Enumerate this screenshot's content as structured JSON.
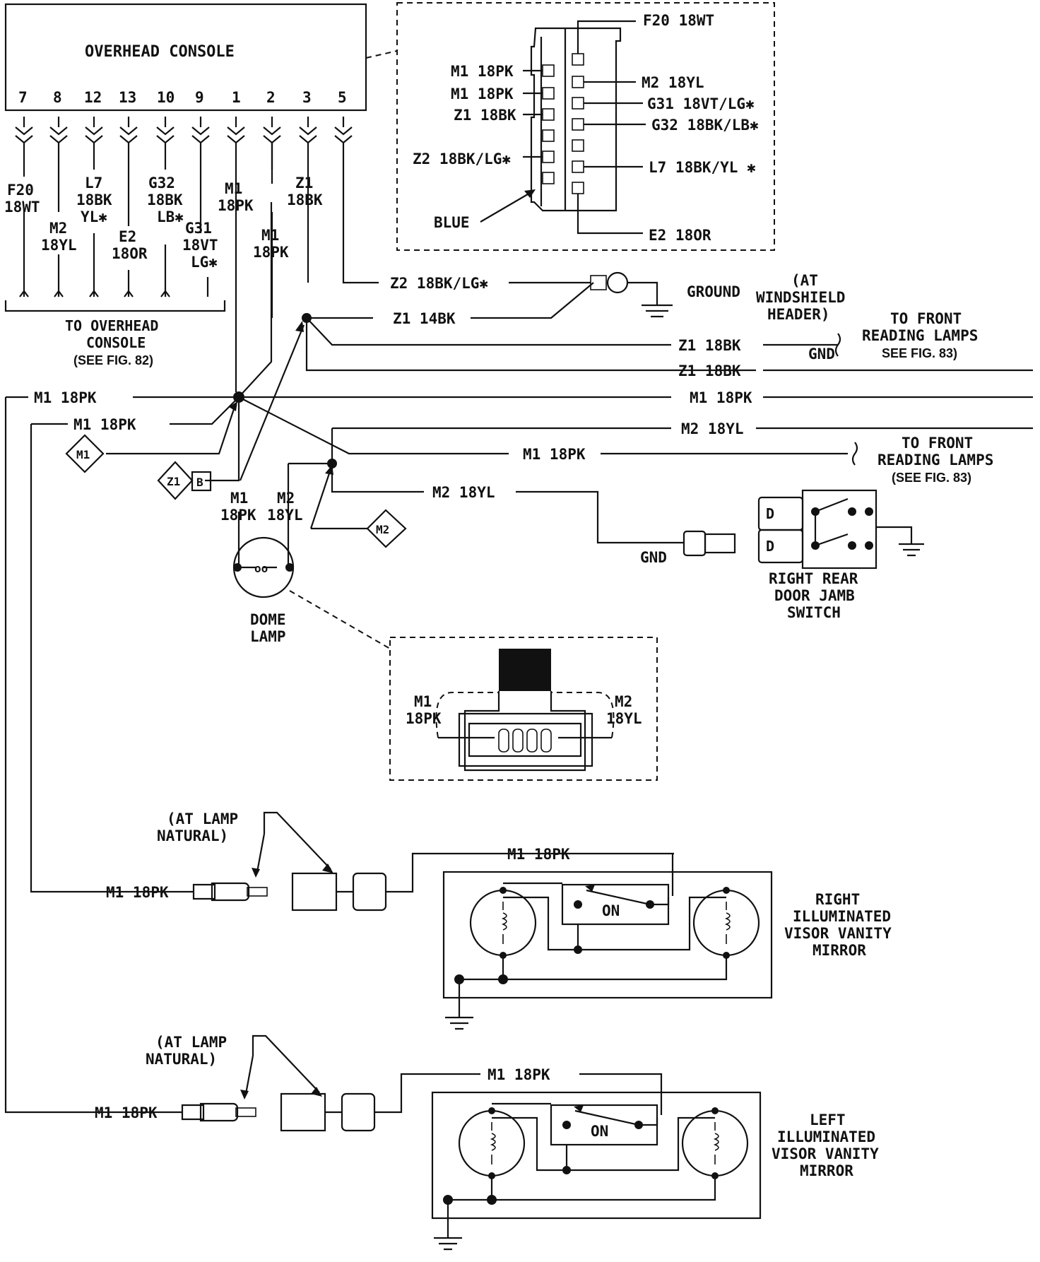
{
  "console": {
    "title": "OVERHEAD CONSOLE",
    "pins": [
      "7",
      "8",
      "12",
      "13",
      "10",
      "9",
      "1",
      "2",
      "3",
      "5"
    ],
    "wires": [
      [
        "F20",
        "18WT"
      ],
      [
        "M2",
        "18YL"
      ],
      [
        "L7",
        "18BK",
        "YL✱"
      ],
      [
        "E2",
        "18OR"
      ],
      [
        "G32",
        "18BK",
        "LB✱"
      ],
      [
        "G31",
        "18VT",
        "LG✱"
      ],
      [
        "M1",
        "18PK"
      ],
      [
        "M1",
        "18PK"
      ],
      [
        "Z1",
        "18BK"
      ]
    ],
    "to_console": [
      "TO OVERHEAD",
      "CONSOLE",
      "(SEE FIG. 82)"
    ]
  },
  "connector_view": {
    "left": [
      "M1 18PK",
      "M1 18PK",
      "Z1 18BK",
      "Z2 18BK/LG✱"
    ],
    "right": [
      "F20 18WT",
      "M2 18YL",
      "G31 18VT/LG✱",
      "G32 18BK/LB✱",
      "L7 18BK/YL ✱",
      "E2 18OR"
    ],
    "blue": "BLUE"
  },
  "ground": {
    "z2": "Z2 18BK/LG✱",
    "z1": "Z1 14BK",
    "label": "GROUND",
    "location": [
      "(AT",
      "WINDSHIELD",
      "HEADER)"
    ]
  },
  "circuits": {
    "z1_a": "Z1 18BK",
    "gnd": "GND",
    "front_lamps_1": [
      "TO FRONT",
      "READING LAMPS",
      "SEE FIG. 83)"
    ],
    "z1_b": "Z1 18BK",
    "m1_main_right": "M1 18PK",
    "m1_main_left": "M1 18PK",
    "m1_left2": "M1 18PK",
    "m2_right": "M2 18YL",
    "m1_front": "M1 18PK",
    "front_lamps_2": [
      "TO FRONT",
      "READING LAMPS",
      "(SEE FIG. 83)"
    ],
    "m2_switch": "M2 18YL",
    "switch_gnd": "GND"
  },
  "splices": {
    "m1": "M1",
    "z1": "Z1",
    "z1_b": "B",
    "m2": "M2"
  },
  "dome": {
    "m1": [
      "M1",
      "18PK"
    ],
    "m2": [
      "M2",
      "18YL"
    ],
    "label": [
      "DOME",
      "LAMP"
    ],
    "detail_m1": [
      "M1",
      "18PK"
    ],
    "detail_m2": [
      "M2",
      "18YL"
    ]
  },
  "door_switch": {
    "label": [
      "RIGHT REAR",
      "DOOR JAMB",
      "SWITCH"
    ],
    "term": "D"
  },
  "right_mirror": {
    "note": [
      "(AT LAMP",
      "NATURAL)"
    ],
    "feed_in": "M1 18PK",
    "feed_top": "M1 18PK",
    "switch": "ON",
    "label": [
      "RIGHT",
      "ILLUMINATED",
      "VISOR VANITY",
      "MIRROR"
    ]
  },
  "left_mirror": {
    "note": [
      "(AT LAMP",
      "NATURAL)"
    ],
    "feed_in": "M1 18PK",
    "feed_top": "M1 18PK",
    "switch": "ON",
    "label": [
      "LEFT",
      "ILLUMINATED",
      "VISOR VANITY",
      "MIRROR"
    ]
  }
}
